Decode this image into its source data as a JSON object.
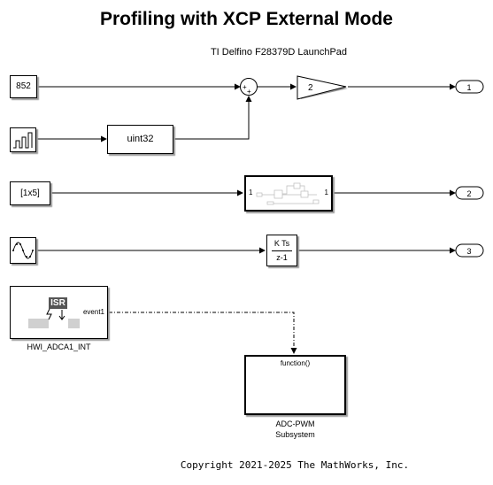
{
  "header": {
    "title": "Profiling with XCP External Mode",
    "subtitle": "TI Delfino F28379D LaunchPad"
  },
  "blocks": {
    "constant_852": "852",
    "convert_uint32": "uint32",
    "constant_1x5": "[1x5]",
    "gain_value": "2",
    "sum_signs": [
      "+",
      "+"
    ],
    "subsystem_port_in": "1",
    "subsystem_port_out": "1",
    "discrete_num": "K Ts",
    "discrete_den": "z-1",
    "hwi_badge": "ISR",
    "hwi_port": "event1",
    "hwi_name": "HWI_ADCA1_INT",
    "adc_trigger": "function()",
    "adc_name_line1": "ADC-PWM",
    "adc_name_line2": "Subsystem"
  },
  "outports": [
    "1",
    "2",
    "3"
  ],
  "footer": {
    "copyright": "Copyright 2021-2025 The MathWorks, Inc."
  }
}
